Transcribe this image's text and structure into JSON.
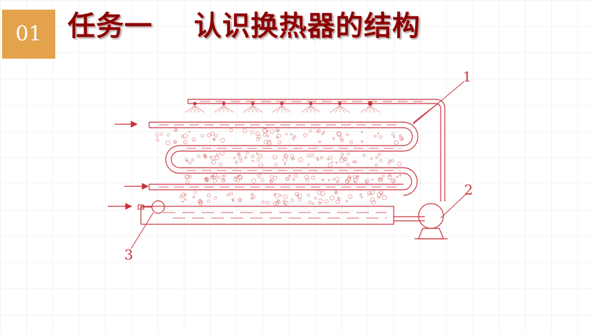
{
  "slide": {
    "badge_number": "01",
    "title": "任务一    认识换热器的结构"
  },
  "diagram": {
    "callouts": [
      "1",
      "2",
      "3"
    ],
    "line_color": "#c8323a",
    "accent_color": "#e3a24b",
    "title_color": "#8c0000"
  }
}
